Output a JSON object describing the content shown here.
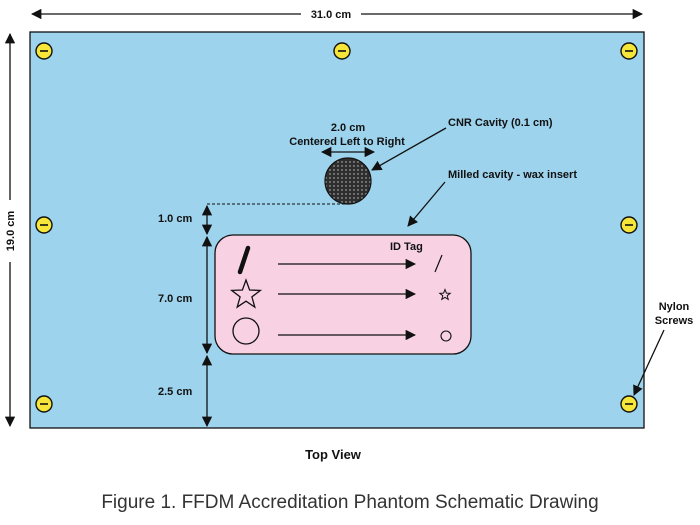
{
  "dimensions": {
    "width": "31.0 cm",
    "height": "19.0 cm",
    "gap_top": "1.0 cm",
    "insert_height": "7.0 cm",
    "gap_bottom": "2.5 cm"
  },
  "labels": {
    "cnr_size": "2.0 cm",
    "cnr_position": "Centered Left to Right",
    "cnr_cavity": "CNR Cavity (0.1 cm)",
    "milled_cavity": "Milled cavity - wax insert",
    "id_tag": "ID Tag",
    "nylon_line1": "Nylon",
    "nylon_line2": "Screws"
  },
  "view_label": "Top View",
  "caption": "Figure 1. FFDM Accreditation Phantom Schematic Drawing",
  "colors": {
    "phantom": "#9dd3ec",
    "insert": "#f8d2e3",
    "screw": "#f6e63a",
    "cnr_cavity": "#2e2e2e",
    "line": "#111111"
  }
}
